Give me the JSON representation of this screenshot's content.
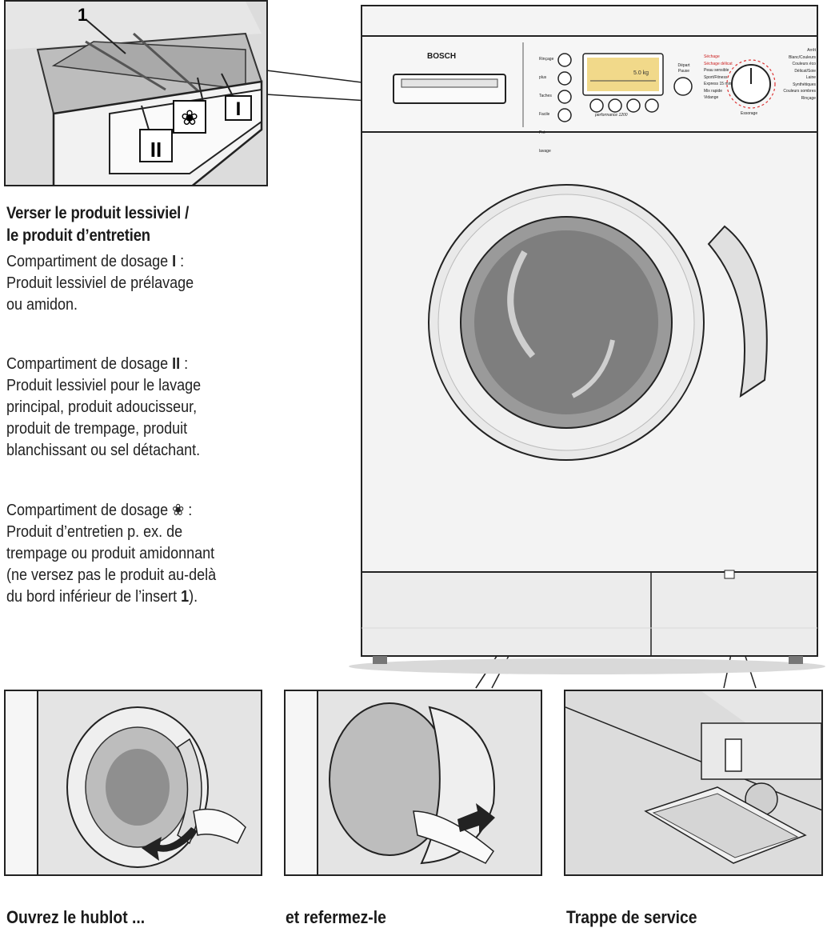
{
  "dispenser_label": "1",
  "compartment_labels": {
    "one": "I",
    "two": "II"
  },
  "brand": "BOSCH",
  "panel": {
    "left_buttons": [
      "Rinçage plus",
      "Taches",
      "Facile",
      "Pré-lavage"
    ],
    "start_label_1": "Départ",
    "start_label_2": "Pause",
    "model_label": "performance 1200",
    "display_value": "5.0 kg",
    "programs_left": [
      "Séchage",
      "Séchage délicat",
      "Peau sensible",
      "Sport/Fitness",
      "Express 15 min",
      "Mix rapide",
      "Vidange"
    ],
    "programs_right": [
      "Arrêt",
      "Blanc/Couleurs",
      "Couleurs éco",
      "Délicat/Soie",
      "Laine",
      "Synthétiques",
      "Couleurs sombres",
      "Rinçage"
    ],
    "essorage": "Essorage"
  },
  "section": {
    "heading_line1": "Verser le produit lessiviel /",
    "heading_line2": "le produit d’entretien",
    "para1": {
      "prefix": "Compartiment de dosage ",
      "symbol": "I",
      "suffix": " :",
      "lines": [
        "Produit lessiviel de prélavage",
        "ou amidon."
      ]
    },
    "para2": {
      "prefix": "Compartiment de dosage ",
      "symbol": "II",
      "suffix": " :",
      "lines": [
        "Produit lessiviel pour le lavage",
        "principal, produit adoucisseur,",
        "produit de trempage, produit",
        "blanchissant ou sel détachant."
      ]
    },
    "para3": {
      "prefix": "Compartiment de dosage ",
      "symbol": "❀",
      "suffix": " :",
      "lines": [
        "Produit d’entretien p. ex. de",
        "trempage ou produit amidonnant",
        "(ne versez pas le produit au-delà"
      ],
      "last_prefix": "du bord inférieur de l’insert ",
      "last_bold": "1",
      "last_suffix": ")."
    }
  },
  "captions": {
    "open": "Ouvrez le hublot ...",
    "close": "et refermez-le",
    "service": "Trappe de service"
  }
}
